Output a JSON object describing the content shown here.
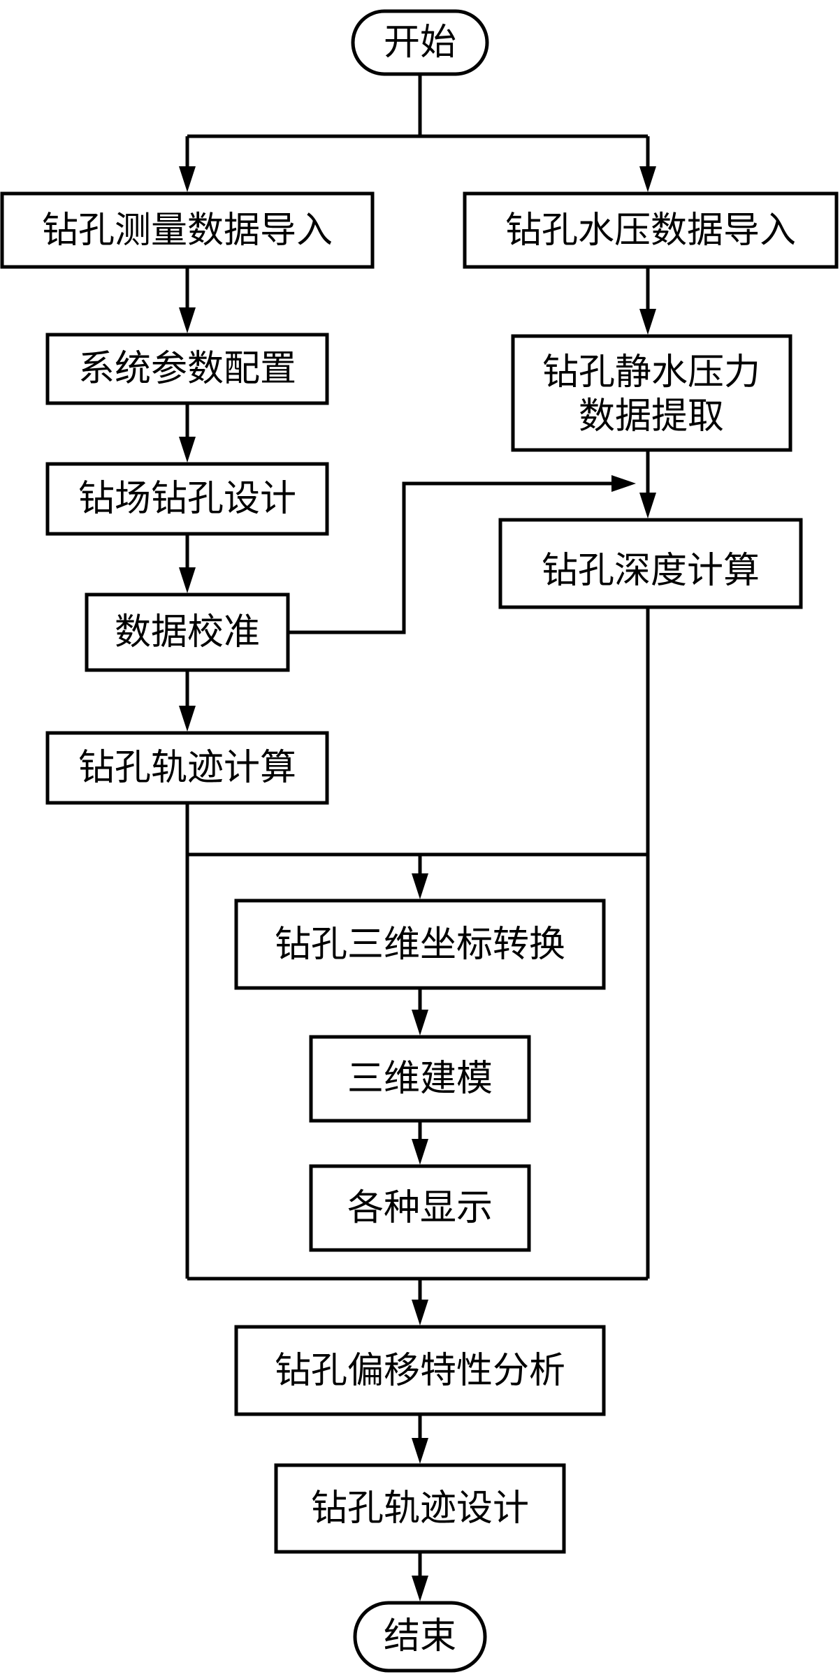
{
  "nodes": {
    "start": "开始",
    "survey_import": "钻孔测量数据导入",
    "pressure_import": "钻孔水压数据导入",
    "system_config": "系统参数配置",
    "static_pressure_line1": "钻孔静水压力",
    "static_pressure_line2": "数据提取",
    "site_design": "钻场钻孔设计",
    "depth_calc": "钻孔深度计算",
    "calibration": "数据校准",
    "trajectory_calc": "钻孔轨迹计算",
    "coord_transform": "钻孔三维坐标转换",
    "modeling_3d": "三维建模",
    "display": "各种显示",
    "deviation_analysis": "钻孔偏移特性分析",
    "trajectory_design": "钻孔轨迹设计",
    "end": "结束"
  }
}
